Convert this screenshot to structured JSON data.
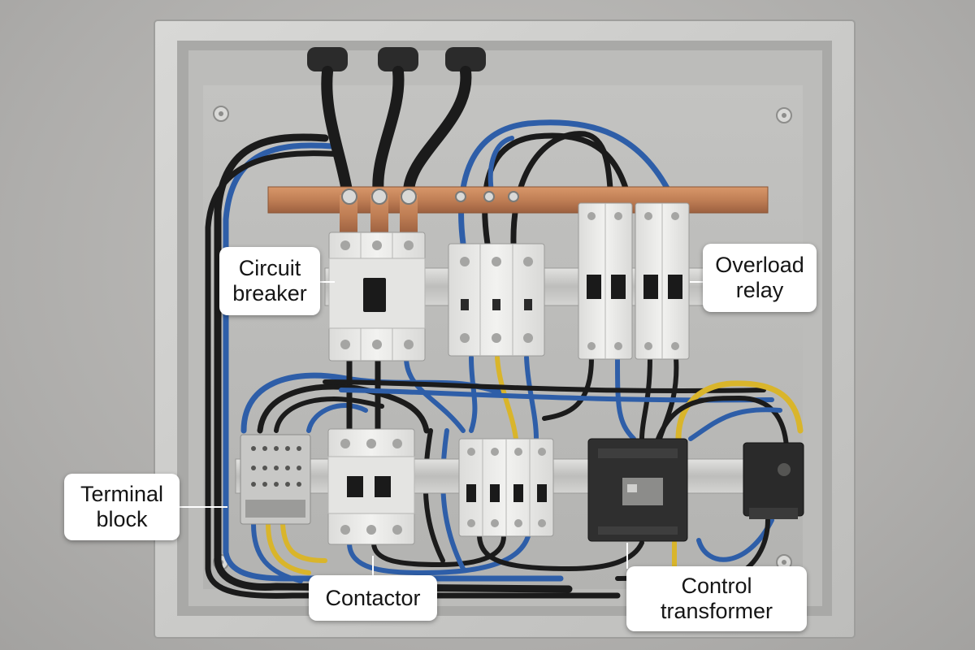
{
  "labels": {
    "circuit_breaker": [
      "Circuit",
      "breaker"
    ],
    "overload_relay": [
      "Overload",
      "relay"
    ],
    "terminal_block": [
      "Terminal",
      "block"
    ],
    "contactor": [
      "Contactor"
    ],
    "control_transformer": [
      "Control",
      "transformer"
    ]
  },
  "colors": {
    "enclosure": "#c9c9c7",
    "backplate": "#b9b9b7",
    "copper_busbar": "#c07f55",
    "wire_black": "#1b1b1b",
    "wire_blue": "#2e5ea8",
    "wire_yellow": "#d9b52b",
    "din_rail": "#d6d6d4",
    "module_body": "#ececea",
    "transformer_body": "#2f2f2f",
    "callout_bg": "#ffffff"
  }
}
